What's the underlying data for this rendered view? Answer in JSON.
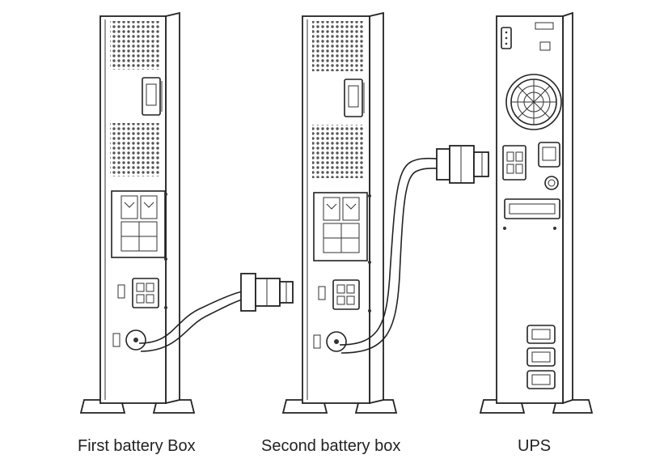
{
  "figure": {
    "units": [
      {
        "id": "first",
        "label": "First battery Box"
      },
      {
        "id": "second",
        "label": "Second battery box"
      },
      {
        "id": "ups",
        "label": "UPS"
      }
    ]
  }
}
